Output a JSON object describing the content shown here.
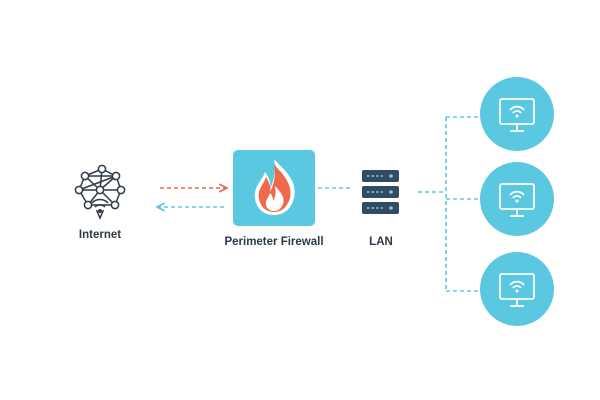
{
  "nodes": {
    "internet": {
      "label": "Internet",
      "icon": "network-globe-icon"
    },
    "firewall": {
      "label": "Perimeter Firewall",
      "icon": "flame-icon"
    },
    "lan": {
      "label": "LAN",
      "icon": "server-stack-icon"
    },
    "clients": [
      {
        "icon": "monitor-wifi-icon"
      },
      {
        "icon": "monitor-wifi-icon"
      },
      {
        "icon": "monitor-wifi-icon"
      }
    ]
  },
  "colors": {
    "accent": "#5bc8e2",
    "flame_outer": "#ef6a4a",
    "flame_inner": "#f7a073",
    "outbound_arrow": "#e8675a",
    "inbound_arrow": "#5bc8e2",
    "server": "#344a61",
    "icon_dark": "#2e3a46"
  }
}
